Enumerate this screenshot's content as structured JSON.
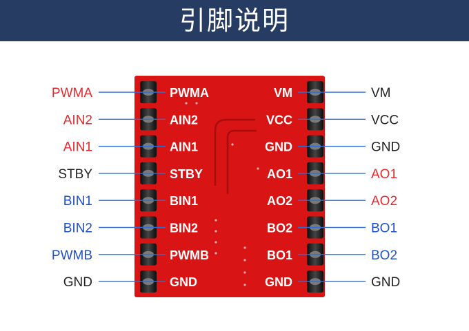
{
  "header": {
    "title": "引脚说明"
  },
  "left_pins": [
    {
      "external": "PWMA",
      "board": "PWMA",
      "color": "#e8282d"
    },
    {
      "external": "AIN2",
      "board": "AIN2",
      "color": "#e8282d"
    },
    {
      "external": "AIN1",
      "board": "AIN1",
      "color": "#e8282d"
    },
    {
      "external": "STBY",
      "board": "STBY",
      "color": "#222222"
    },
    {
      "external": "BIN1",
      "board": "BIN1",
      "color": "#1f4fc8"
    },
    {
      "external": "BIN2",
      "board": "BIN2",
      "color": "#1f4fc8"
    },
    {
      "external": "PWMB",
      "board": "PWMB",
      "color": "#1f4fc8"
    },
    {
      "external": "GND",
      "board": "GND",
      "color": "#222222"
    }
  ],
  "right_pins": [
    {
      "external": "VM",
      "board": "VM",
      "color": "#222222"
    },
    {
      "external": "VCC",
      "board": "VCC",
      "color": "#222222"
    },
    {
      "external": "GND",
      "board": "GND",
      "color": "#222222"
    },
    {
      "external": "AO1",
      "board": "AO1",
      "color": "#e8282d"
    },
    {
      "external": "AO2",
      "board": "AO2",
      "color": "#e8282d"
    },
    {
      "external": "BO1",
      "board": "BO2",
      "color": "#1f4fc8"
    },
    {
      "external": "BO2",
      "board": "BO1",
      "color": "#1f4fc8"
    },
    {
      "external": "GND",
      "board": "GND",
      "color": "#222222"
    }
  ],
  "colors": {
    "header_bg": "#263c63",
    "board_red": "#d81414",
    "line_blue": "#2a6fd6"
  }
}
